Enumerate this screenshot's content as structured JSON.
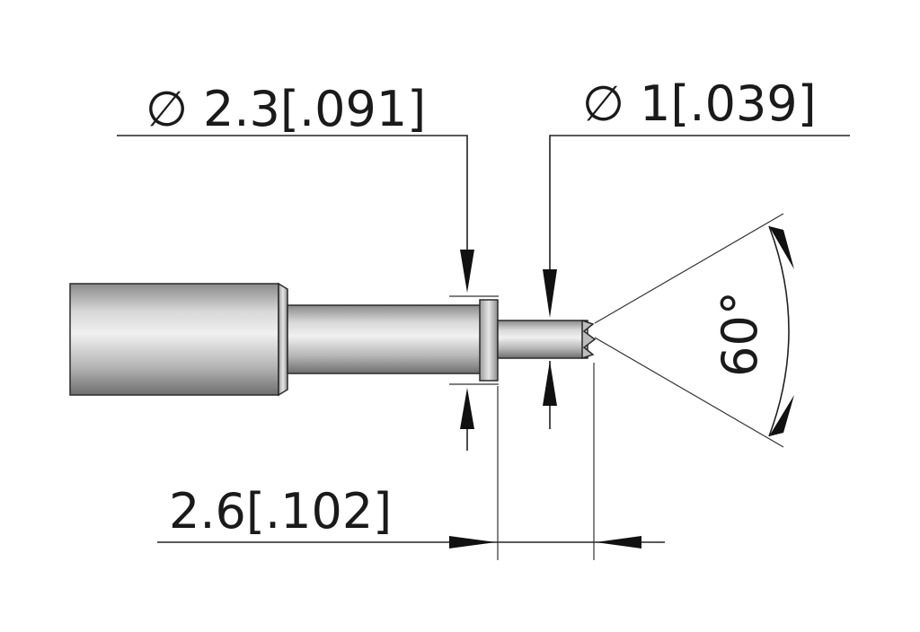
{
  "drawing": {
    "dimensions": {
      "major_diameter": {
        "symbol": "∅",
        "value": "2.3[.091]"
      },
      "tip_diameter": {
        "symbol": "∅",
        "value": "1[.039]"
      },
      "tip_length": {
        "value": "2.6[.102]"
      },
      "tip_angle": {
        "value": "60°"
      }
    }
  }
}
